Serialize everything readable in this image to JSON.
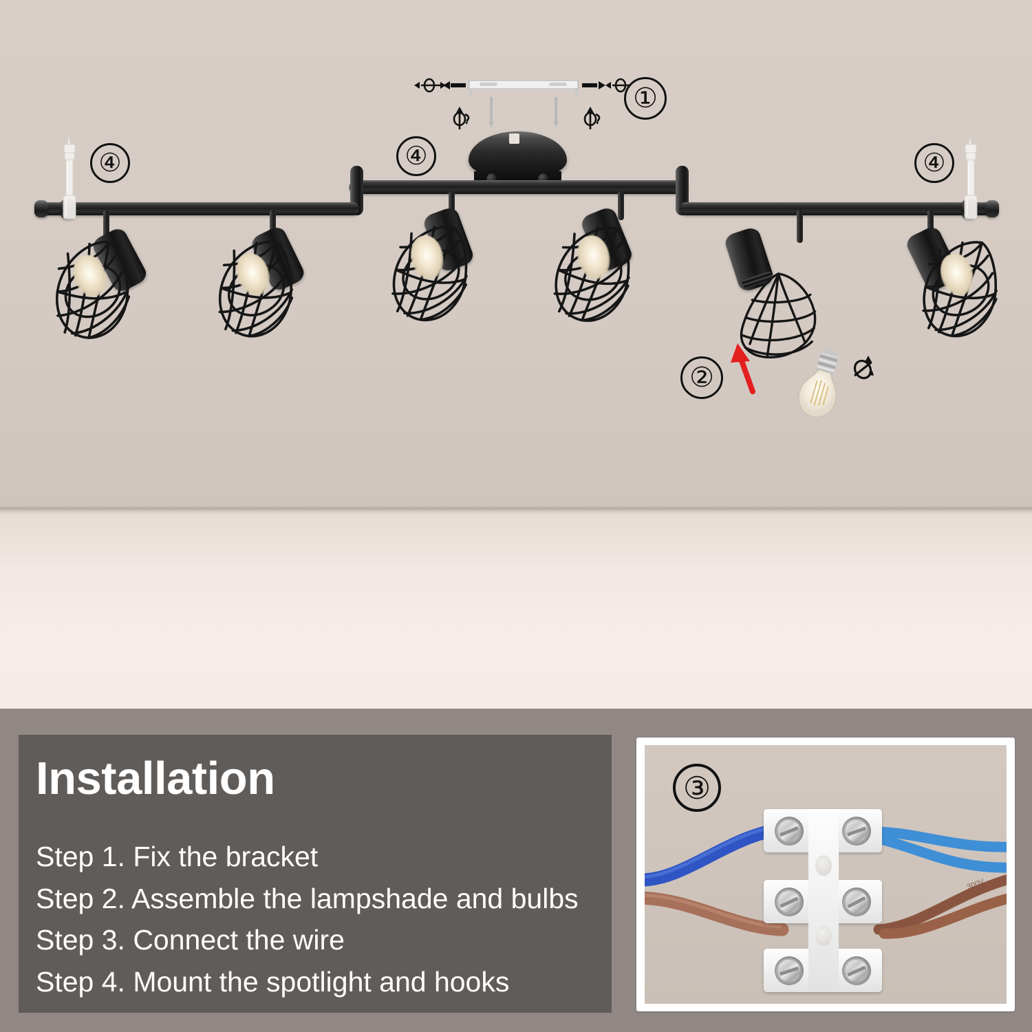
{
  "product": {
    "type": "6-light track ceiling spotlight with black cage lampshades",
    "background_color": "#d6ccc5",
    "fixture_color": "#1a1a1a"
  },
  "hero": {
    "callouts": [
      {
        "id": "callout-1",
        "label": "①",
        "refers_to": "mounting bracket and screws"
      },
      {
        "id": "callout-2",
        "label": "②",
        "refers_to": "cage lampshade and bulb assembly"
      },
      {
        "id": "callout-4-left",
        "label": "④",
        "refers_to": "end hook left"
      },
      {
        "id": "callout-4-center",
        "label": "④",
        "refers_to": "canopy mount center"
      },
      {
        "id": "callout-4-right",
        "label": "④",
        "refers_to": "end hook right"
      }
    ],
    "arrow_color": "#e41f1f",
    "lamp_count": 6
  },
  "installation": {
    "title": "Installation",
    "panel_color": "#605c59",
    "outer_color": "#918886",
    "text_color": "#ffffff",
    "steps": [
      "Step 1. Fix the bracket",
      "Step 2. Assemble the lampshade and bulbs",
      "Step 3. Connect the wire",
      "Step 4. Mount the spotlight and hooks"
    ]
  },
  "wiring_photo": {
    "callout": "③",
    "frame_color": "#ffffff",
    "background_color": "#cec4bb",
    "connector": "white 3-way screw terminal block",
    "wires": [
      {
        "name": "blue-wire-left",
        "color": "#2f55c4"
      },
      {
        "name": "blue-wire-right",
        "color": "#3e8fd6"
      },
      {
        "name": "brown-wire-left",
        "color": "#a6705a"
      },
      {
        "name": "brown-wire-right",
        "color": "#8a5540"
      }
    ]
  }
}
